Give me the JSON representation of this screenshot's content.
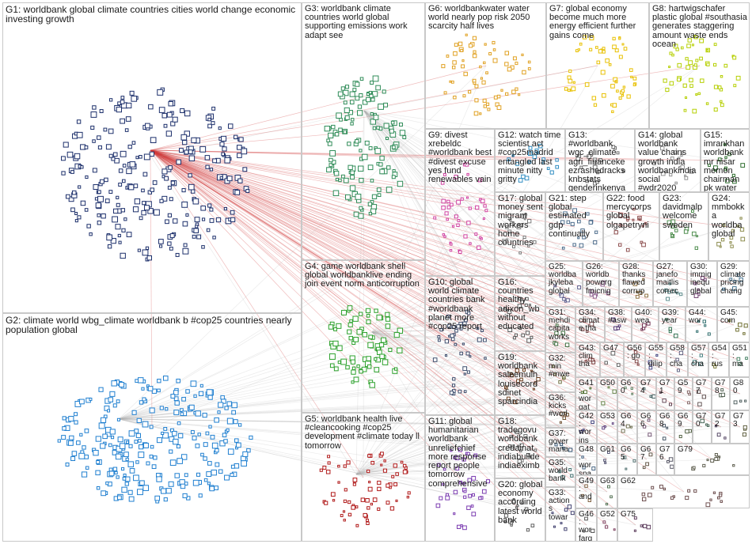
{
  "groups": [
    {
      "id": "G1",
      "label": "G1: worldbank global climate countries cities world change economic investing growth",
      "color": "#1c2f6b"
    },
    {
      "id": "G2",
      "label": "G2: climate world wbg_climate worldbank b #cop25 countries nearly population global",
      "color": "#1f7fd0"
    },
    {
      "id": "G3",
      "label": "G3: worldbank climate countries world global supporting emissions work adapt see",
      "color": "#2e8b57"
    },
    {
      "id": "G4",
      "label": "G4: game worldbank shell global worldbanklive ending join event norm anticorruption",
      "color": "#2aa02a"
    },
    {
      "id": "G5",
      "label": "G5: worldbank health live #cleancooking #cop25 development #climate today ll tomorrow",
      "color": "#b01818"
    },
    {
      "id": "G6",
      "label": "G6: worldbankwater water world nearly pop risk 2050 scarcity half lives",
      "color": "#e0a020"
    },
    {
      "id": "G7",
      "label": "G7: global economy become much more energy efficient further gains come",
      "color": "#e8c000"
    },
    {
      "id": "G8",
      "label": "G8: hartwigschafer plastic global #southasia generates staggering amount waste ends ocean",
      "color": "#b5cf00"
    },
    {
      "id": "G9",
      "label": "G9: divest xrebeldc #worldbank best #divest excuse yes fund renewables vain",
      "color": "#d040a0"
    },
    {
      "id": "G10",
      "label": "G10: global world climate countries bank #worldbank planet more #cop25 report",
      "color": "#3a4a6a"
    },
    {
      "id": "G11",
      "label": "G11: global humanitarian worldbank unreliefchief more response report people tomorrow comprehensive",
      "color": "#7a3ab0"
    },
    {
      "id": "G12",
      "label": "G12: watch time scientist act #cop25madrid entangled last minute nitty gritty",
      "color": "#2a8ac0"
    },
    {
      "id": "G13",
      "label": "G13: #worldbank wgc_climate agri_financeke ezrashedracks knbstats genderinkenya",
      "color": "#6a6a6a"
    },
    {
      "id": "G14",
      "label": "G14: global worldbank value chains growth india worldbankindia social #wdr2020",
      "color": "#909090"
    },
    {
      "id": "G15",
      "label": "G15: imrankhan worldbank mr nisar memon chairman pk water",
      "color": "#2a6a2a"
    },
    {
      "id": "G16",
      "label": "G16: countries healthy adixon_wb without educated",
      "color": "#555555"
    },
    {
      "id": "G17",
      "label": "G17: global money sent migrant workers home countries",
      "color": "#777777"
    },
    {
      "id": "G18",
      "label": "G18: tradegovu worldbank credainat indiabuilde indiaeximb",
      "color": "#666666"
    },
    {
      "id": "G19",
      "label": "G19: worldbank saleemulh louisecord sdinet sparcindia",
      "color": "#6a3a1a"
    },
    {
      "id": "G20",
      "label": "G20: global economy according latest world bank",
      "color": "#5a5a5a"
    },
    {
      "id": "G21",
      "label": "G21: step global estimated gdp continually",
      "color": "#4a6a8a"
    },
    {
      "id": "G22",
      "label": "G22: food mercycorps global olgapetryni",
      "color": "#8a4a4a"
    },
    {
      "id": "G23",
      "label": "G23: davidmalp welcome sweden",
      "color": "#4a8a4a"
    },
    {
      "id": "G24",
      "label": "G24: mmbokka worldba global",
      "color": "#8a8a4a"
    },
    {
      "id": "G25",
      "label": "G25: worldba jkyleba global",
      "color": "#5a5a8a"
    },
    {
      "id": "G26",
      "label": "G26: worldb powerg fmicnig",
      "color": "#8a5a8a"
    },
    {
      "id": "G27",
      "label": "G27: janefo maitlis correc",
      "color": "#5a8a8a"
    },
    {
      "id": "G28",
      "label": "G28: thanks flawed corrup",
      "color": "#8a6a3a"
    },
    {
      "id": "G29",
      "label": "G29: climate pricing chang",
      "color": "#3a6a8a"
    },
    {
      "id": "G30",
      "label": "G30: immig inequ global",
      "color": "#6a3a6a"
    },
    {
      "id": "G31",
      "label": "G31: mehdi capita works",
      "color": "#3a6a3a"
    },
    {
      "id": "G32",
      "label": "G32: min #mwe",
      "color": "#6a6a3a"
    },
    {
      "id": "G33",
      "label": "G33: actions towar",
      "color": "#3a3a6a"
    },
    {
      "id": "G34",
      "label": "G34: climate tha",
      "color": "#6a3a3a"
    },
    {
      "id": "G35",
      "label": "G35: world bank",
      "color": "#3a6a6a"
    },
    {
      "id": "G36",
      "label": "G36: kicks #worl",
      "color": "#6a4a2a"
    },
    {
      "id": "G37",
      "label": "G37: gover mana",
      "color": "#2a4a6a"
    },
    {
      "id": "G38",
      "label": "G38: #asw",
      "color": "#4a2a6a"
    },
    {
      "id": "G39",
      "label": "G39: year",
      "color": "#2a6a4a"
    },
    {
      "id": "G40",
      "label": "G40: wea",
      "color": "#6a2a4a"
    },
    {
      "id": "G41",
      "label": "G41: wor gat",
      "color": "#4a6a2a"
    },
    {
      "id": "G42",
      "label": "G42: wor ins",
      "color": "#2a2a6a"
    },
    {
      "id": "G43",
      "label": "G43: clim tha",
      "color": "#6a2a2a"
    },
    {
      "id": "G44",
      "label": "G44: wor",
      "color": "#2a6a6a"
    },
    {
      "id": "G45",
      "label": "G45: com",
      "color": "#6a6a2a"
    },
    {
      "id": "G46",
      "label": "G46: wor farg",
      "color": "#4a4a4a"
    },
    {
      "id": "G47",
      "label": "G47",
      "color": "#5a5a5a"
    },
    {
      "id": "G48",
      "label": "G48: wor spa",
      "color": "#3a5a7a"
    },
    {
      "id": "G49",
      "label": "G49: and",
      "color": "#7a5a3a"
    },
    {
      "id": "G50",
      "label": "G50",
      "color": "#5a7a3a"
    },
    {
      "id": "G51",
      "label": "G51: ma",
      "color": "#3a7a5a"
    },
    {
      "id": "G52",
      "label": "G52",
      "color": "#7a3a5a"
    },
    {
      "id": "G53",
      "label": "G53",
      "color": "#5a3a7a"
    },
    {
      "id": "G54",
      "label": "G54: rus",
      "color": "#7a7a3a"
    },
    {
      "id": "G55",
      "label": "G55: dilip",
      "color": "#3a3a7a"
    },
    {
      "id": "G56",
      "label": "G56: go",
      "color": "#7a3a3a"
    },
    {
      "id": "G57",
      "label": "G57: cha",
      "color": "#3a7a7a"
    },
    {
      "id": "G58",
      "label": "G58: cha",
      "color": "#5a5a7a"
    },
    {
      "id": "G59",
      "label": "G59",
      "color": "#7a5a5a"
    },
    {
      "id": "G60",
      "label": "G60",
      "color": "#5a7a5a"
    },
    {
      "id": "G61",
      "label": "G61",
      "color": "#4a4a6a"
    },
    {
      "id": "G62",
      "label": "G62",
      "color": "#6a4a4a"
    },
    {
      "id": "G63",
      "label": "G63",
      "color": "#4a6a4a"
    },
    {
      "id": "G64",
      "label": "G64",
      "color": "#6a6a4a"
    },
    {
      "id": "G65",
      "label": "G65",
      "color": "#4a6a6a"
    },
    {
      "id": "G66",
      "label": "G66",
      "color": "#6a4a6a"
    },
    {
      "id": "G67",
      "label": "G67",
      "color": "#5a4a3a"
    },
    {
      "id": "G68",
      "label": "G68",
      "color": "#3a4a5a"
    },
    {
      "id": "G69",
      "label": "G69",
      "color": "#4a5a3a"
    },
    {
      "id": "G70",
      "label": "G70",
      "color": "#3a5a4a"
    },
    {
      "id": "G71",
      "label": "G71",
      "color": "#5a3a4a"
    },
    {
      "id": "G72",
      "label": "G72",
      "color": "#4a3a5a"
    },
    {
      "id": "G73",
      "label": "G73",
      "color": "#5a5a3a"
    },
    {
      "id": "G74",
      "label": "G74",
      "color": "#3a5a5a"
    },
    {
      "id": "G75",
      "label": "G75",
      "color": "#5a3a5a"
    },
    {
      "id": "G76",
      "label": "G76",
      "color": "#4a4a5a"
    },
    {
      "id": "G77",
      "label": "G77",
      "color": "#5a4a4a"
    },
    {
      "id": "G78",
      "label": "G78",
      "color": "#4a5a4a"
    },
    {
      "id": "G79",
      "label": "G79",
      "color": "#5a5a4a"
    },
    {
      "id": "G80",
      "label": "G80",
      "color": "#4a5a5a"
    }
  ]
}
